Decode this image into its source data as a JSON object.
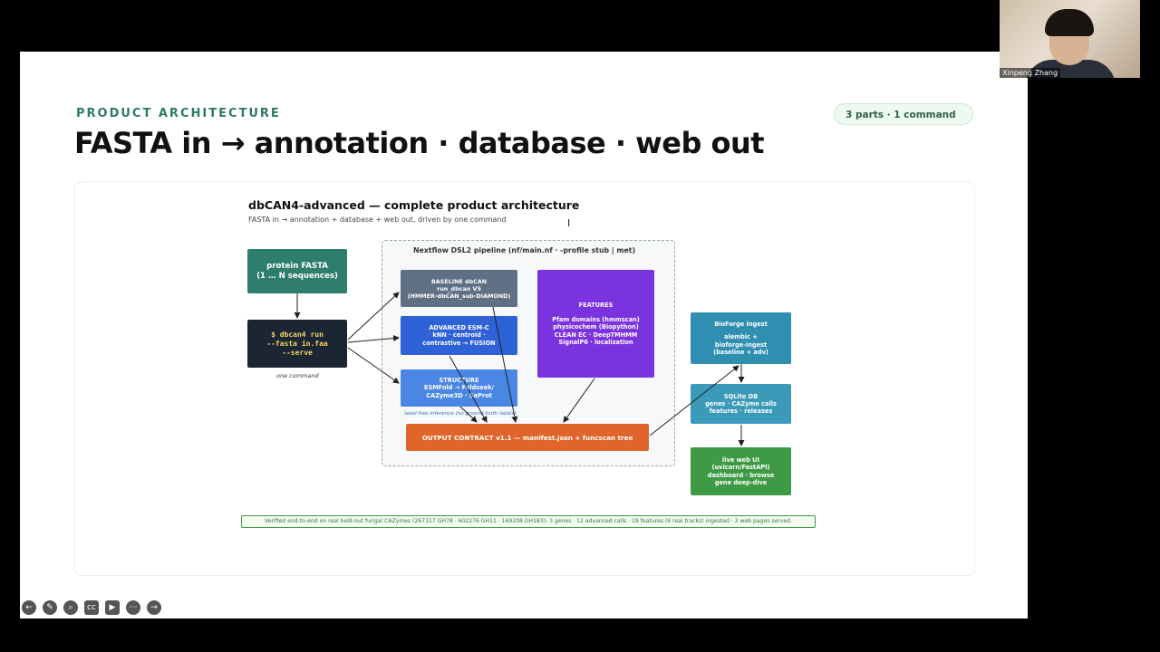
{
  "slide": {
    "eyebrow": "PRODUCT ARCHITECTURE",
    "title": "FASTA in → annotation · database · web out",
    "pill": "3 parts · 1 command"
  },
  "figure": {
    "title": "dbCAN4-advanced — complete product architecture",
    "subtitle": "FASTA in → annotation + database + web out, driven by one command",
    "input_box": [
      "protein FASTA",
      "(1 … N sequences)"
    ],
    "command_box": [
      "$ dbcan4 run",
      "--fasta in.faa",
      "--serve"
    ],
    "command_caption": "one command",
    "pipeline_label": "Nextflow DSL2 pipeline  (nf/main.nf · -profile stub | met)",
    "baseline_box": [
      "BASELINE dbCAN",
      "run_dbcan V5",
      "(HMMER-dbCAN_sub-DIAMOND)"
    ],
    "advanced_box": [
      "ADVANCED ESM-C",
      "kNN · centroid ·",
      "contrastive → FUSION"
    ],
    "structure_box": [
      "STRUCTURE",
      "ESMFold → Foldseek/",
      "CAZyme3D · SaProt"
    ],
    "features_box": {
      "heading": "FEATURES",
      "lines": [
        "Pfam domains (hmmscan)",
        "physicochem (Biopython)",
        "CLEAN EC · DeepTMHMM",
        "SignalP6 · localization"
      ]
    },
    "label_free_note": "label-free inference (no ground-truth labels)",
    "output_box": "OUTPUT CONTRACT v1.1  —  manifest.json + funcscan tree",
    "bioforge_box": [
      "BioForge ingest",
      "",
      "alembic +",
      "bioforge-ingest",
      "(baseline + adv)"
    ],
    "sqlite_box": [
      "SQLite DB",
      "genes · CAZyme calls",
      "features · releases"
    ],
    "webui_box": [
      "live web UI",
      "(uvicorn/FastAPI)",
      "dashboard · browse",
      "gene deep-dive"
    ],
    "verified": "Verified end-to-end on real held-out fungal CAZymes (267317 GH78 · 602276 GH11 · 169208 GH183):  3 genes · 12 advanced calls · 19 features (6 real tracks) ingested · 3 web pages served."
  },
  "colors": {
    "accent": "#2d7a66",
    "input": "#2f7d6d",
    "command": "#1c2533",
    "baseline": "#5f6f84",
    "advanced": "#2f62d6",
    "structure": "#4a86e3",
    "features": "#7b33e0",
    "output": "#e0652a",
    "bioforge": "#2f8fb0",
    "sqlite": "#3a9ab7",
    "webui": "#3f9a45"
  },
  "toolbar": {
    "icons": [
      "back-arrow-icon",
      "pen-icon",
      "zoom-icon",
      "captions-icon",
      "video-icon",
      "more-icon",
      "forward-arrow-icon"
    ]
  },
  "participant": {
    "name": "Xinpeng Zhang"
  }
}
